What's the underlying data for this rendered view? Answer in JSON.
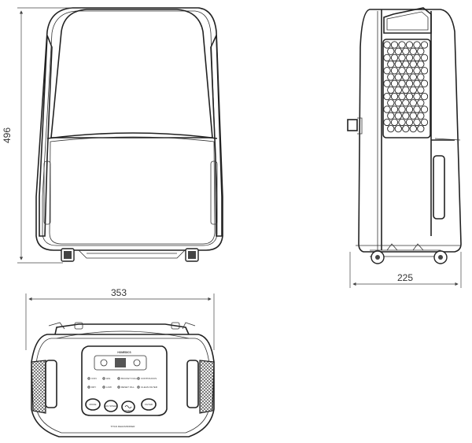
{
  "dimensions": {
    "height": "496",
    "depth": "225",
    "width": "353"
  },
  "panel": {
    "brand": "HOMEDICS",
    "led_labels": [
      "CON",
      "HIG",
      "BUCKET FULL",
      "CONTINUOUS",
      "DRY",
      "LOW",
      "RESET FILL",
      "CLEAN FILTER"
    ],
    "button_labels": [
      "MODE",
      "FAN SPEED",
      "TIMER",
      "FILTER"
    ],
    "base_text": "TITAN   DEHUMIDIFIER"
  }
}
